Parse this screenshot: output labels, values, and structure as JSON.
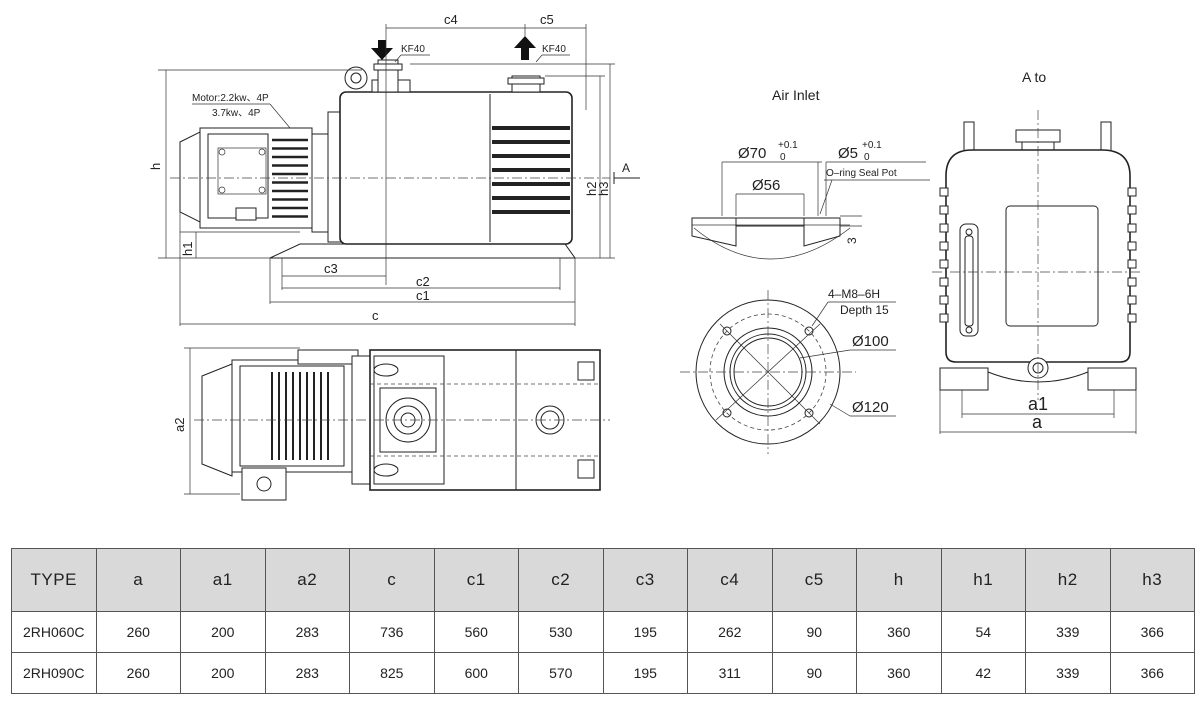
{
  "drawing": {
    "labels": {
      "c4": "c4",
      "c5": "c5",
      "kf40_inlet": "KF40",
      "kf40_outlet": "KF40",
      "motor_line1": "Motor:2.2kw、4P",
      "motor_line2": "3.7kw、4P",
      "h": "h",
      "h1": "h1",
      "h2": "h2",
      "h3": "h3",
      "A": "A",
      "c": "c",
      "c1": "c1",
      "c2": "c2",
      "c3": "c3",
      "a2": "a2",
      "air_inlet": "Air Inlet",
      "a_to": "A to",
      "d70": "Ø70",
      "d70_tol": "+0.1",
      "d70_tol0": "0",
      "d5": "Ø5",
      "d5_tol": "+0.1",
      "d5_tol0": "0",
      "d56": "Ø56",
      "oring": "O–ring Seal Pot",
      "three": "3",
      "thread": "4–M8–6H",
      "depth": "Depth 15",
      "d100": "Ø100",
      "d120": "Ø120",
      "a1": "a1",
      "a": "a"
    }
  },
  "table": {
    "headers": [
      "TYPE",
      "a",
      "a1",
      "a2",
      "c",
      "c1",
      "c2",
      "c3",
      "c4",
      "c5",
      "h",
      "h1",
      "h2",
      "h3"
    ],
    "rows": [
      [
        "2RH060C",
        "260",
        "200",
        "283",
        "736",
        "560",
        "530",
        "195",
        "262",
        "90",
        "360",
        "54",
        "339",
        "366"
      ],
      [
        "2RH090C",
        "260",
        "200",
        "283",
        "825",
        "600",
        "570",
        "195",
        "311",
        "90",
        "360",
        "42",
        "339",
        "366"
      ]
    ]
  }
}
